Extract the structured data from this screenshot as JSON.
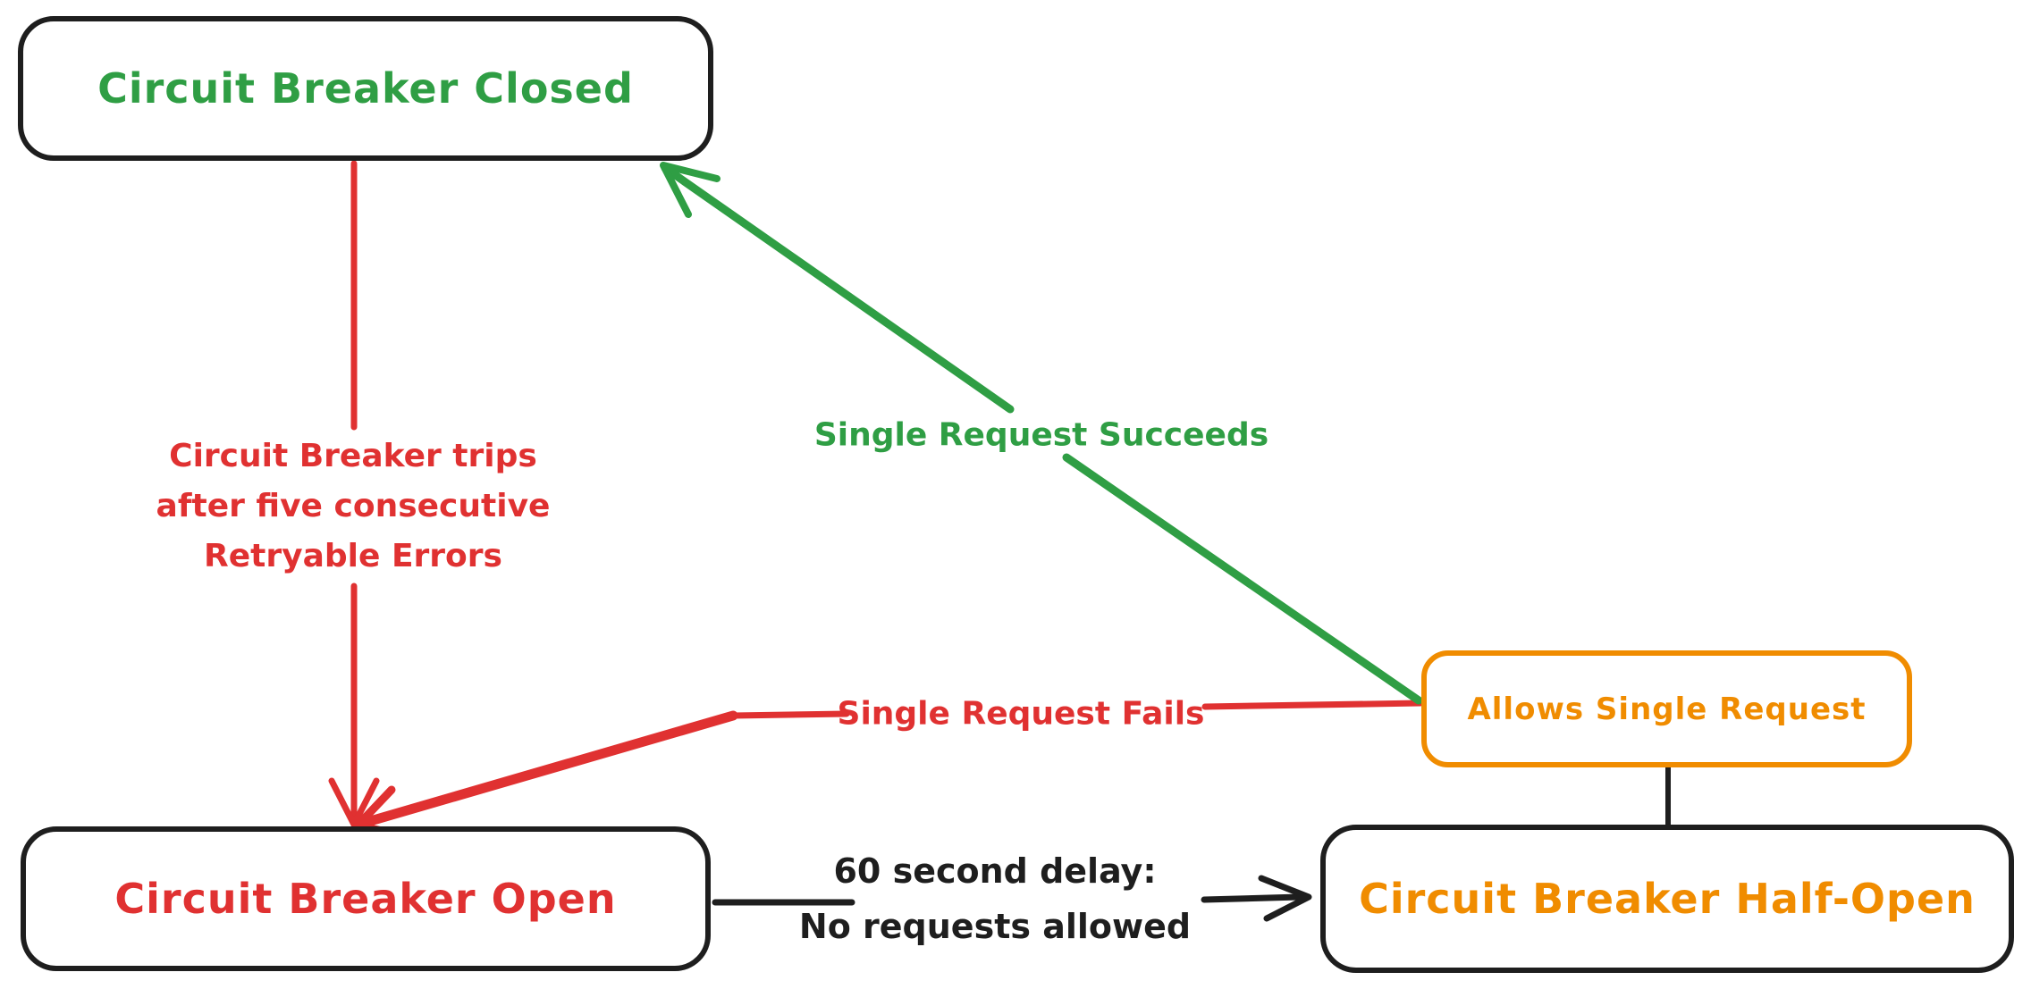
{
  "diagram": {
    "background_color": "#ffffff",
    "nodes": {
      "closed": {
        "label": "Circuit Breaker Closed",
        "text_color": "#2f9e44",
        "border_color": "#1e1e1e"
      },
      "open": {
        "label": "Circuit Breaker Open",
        "text_color": "#e03131",
        "border_color": "#1e1e1e"
      },
      "half_open": {
        "label": "Circuit Breaker Half-Open",
        "text_color": "#f08c00",
        "border_color": "#1e1e1e"
      },
      "allows": {
        "label": "Allows Single Request",
        "text_color": "#f08c00",
        "border_color": "#f08c00"
      }
    },
    "edges": {
      "trips": {
        "from": "closed",
        "to": "open",
        "color": "#e03131",
        "lines": [
          "Circuit Breaker trips",
          "after five consecutive",
          "Retryable Errors"
        ]
      },
      "succeeds": {
        "from": "allows",
        "to": "closed",
        "color": "#2f9e44",
        "label": "Single Request Succeeds"
      },
      "fails": {
        "from": "allows",
        "to": "open",
        "color": "#e03131",
        "label": "Single Request Fails"
      },
      "delay": {
        "from": "open",
        "to": "half_open",
        "color": "#1e1e1e",
        "lines": [
          "60 second delay:",
          "No requests allowed"
        ]
      },
      "half_open_allows_link": {
        "from": "half_open",
        "to": "allows",
        "color": "#1e1e1e",
        "label": ""
      }
    }
  }
}
